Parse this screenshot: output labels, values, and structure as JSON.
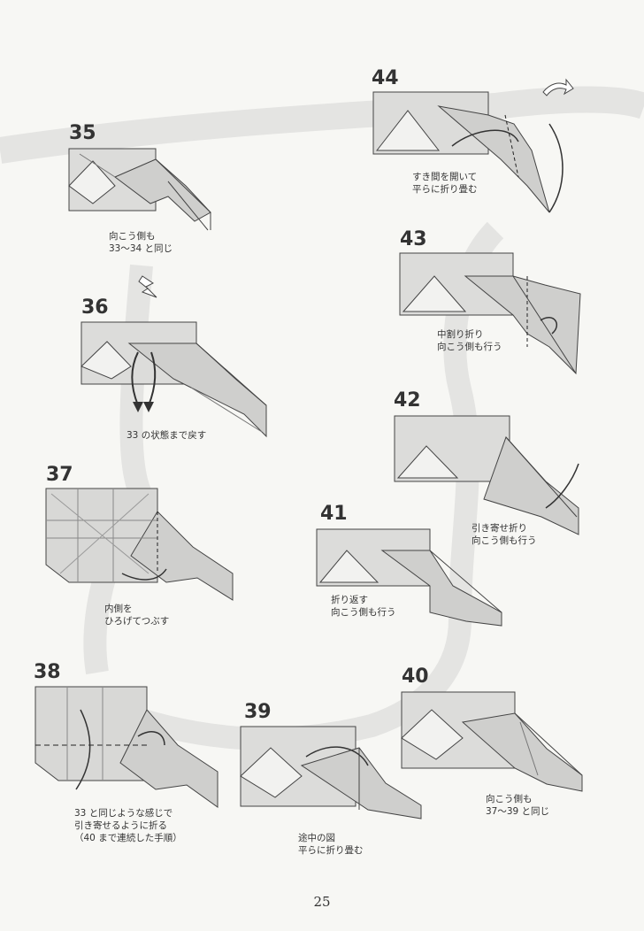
{
  "page_number": "25",
  "steps": [
    {
      "num": "35",
      "lines": [
        "向こう側も",
        "33〜34 と同じ"
      ]
    },
    {
      "num": "36",
      "lines": [
        "33 の状態まで戻す"
      ]
    },
    {
      "num": "37",
      "lines": [
        "内側を",
        "ひろげてつぶす"
      ]
    },
    {
      "num": "38",
      "lines": [
        "33 と同じような感じで",
        "引き寄せるように折る",
        "（40 まで連続した手順）"
      ]
    },
    {
      "num": "39",
      "lines": [
        "途中の図",
        "平らに折り畳む"
      ]
    },
    {
      "num": "40",
      "lines": [
        "向こう側も",
        "37〜39 と同じ"
      ]
    },
    {
      "num": "41",
      "lines": [
        "折り返す",
        "向こう側も行う"
      ]
    },
    {
      "num": "42",
      "lines": [
        "引き寄せ折り",
        "向こう側も行う"
      ]
    },
    {
      "num": "43",
      "lines": [
        "中割り折り",
        "向こう側も行う"
      ]
    },
    {
      "num": "44",
      "lines": [
        "すき間を開いて",
        "平らに折り畳む"
      ]
    }
  ]
}
